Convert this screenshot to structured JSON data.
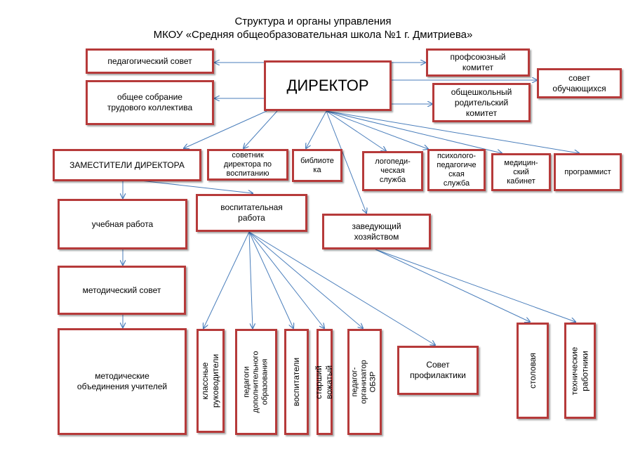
{
  "title": {
    "line1": "Структура и органы управления",
    "line2": "МКОУ «Средняя общеобразовательная школа №1 г. Дмитриева»"
  },
  "nodes": {
    "director": "ДИРЕКТОР",
    "ped_council": "педагогический совет",
    "general_meeting": "общее собрание\nтрудового коллектива",
    "trade_union": "профсоюзный\nкомитет",
    "student_council": "совет\nобучающихся",
    "parent_committee": "общешкольный\nродительский\nкомитет",
    "deputies": "ЗАМЕСТИТЕЛИ ДИРЕКТОРА",
    "advisor": "советник\nдиректора по\nвоспитанию",
    "library": "библиоте\nка",
    "speech": "логопеди-\nческая\nслужба",
    "psych": "психолого-\nпедагогиче\nская\nслужба",
    "medical": "медицин-\nский\nкабинет",
    "programmer": "программист",
    "study": "учебная работа",
    "upbringing": "воспитательная\nработа",
    "household": "заведующий\nхозяйством",
    "method_council": "методический совет",
    "method_assoc": "методические\nобъединения учителей",
    "class_teachers": "классные\nруководители",
    "extra_teachers": "педагоги\nдополнительного\nобразования",
    "educators": "воспитатели",
    "senior_counselor": "старший вожатый",
    "obzr": "педагог-\nорганизатор ОБЗР",
    "prevention": "Совет\nпрофилактики",
    "canteen": "столовая",
    "tech_staff": "технические\nработники"
  },
  "colors": {
    "border": "#b63a3a",
    "arrow": "#4a7ebb"
  }
}
